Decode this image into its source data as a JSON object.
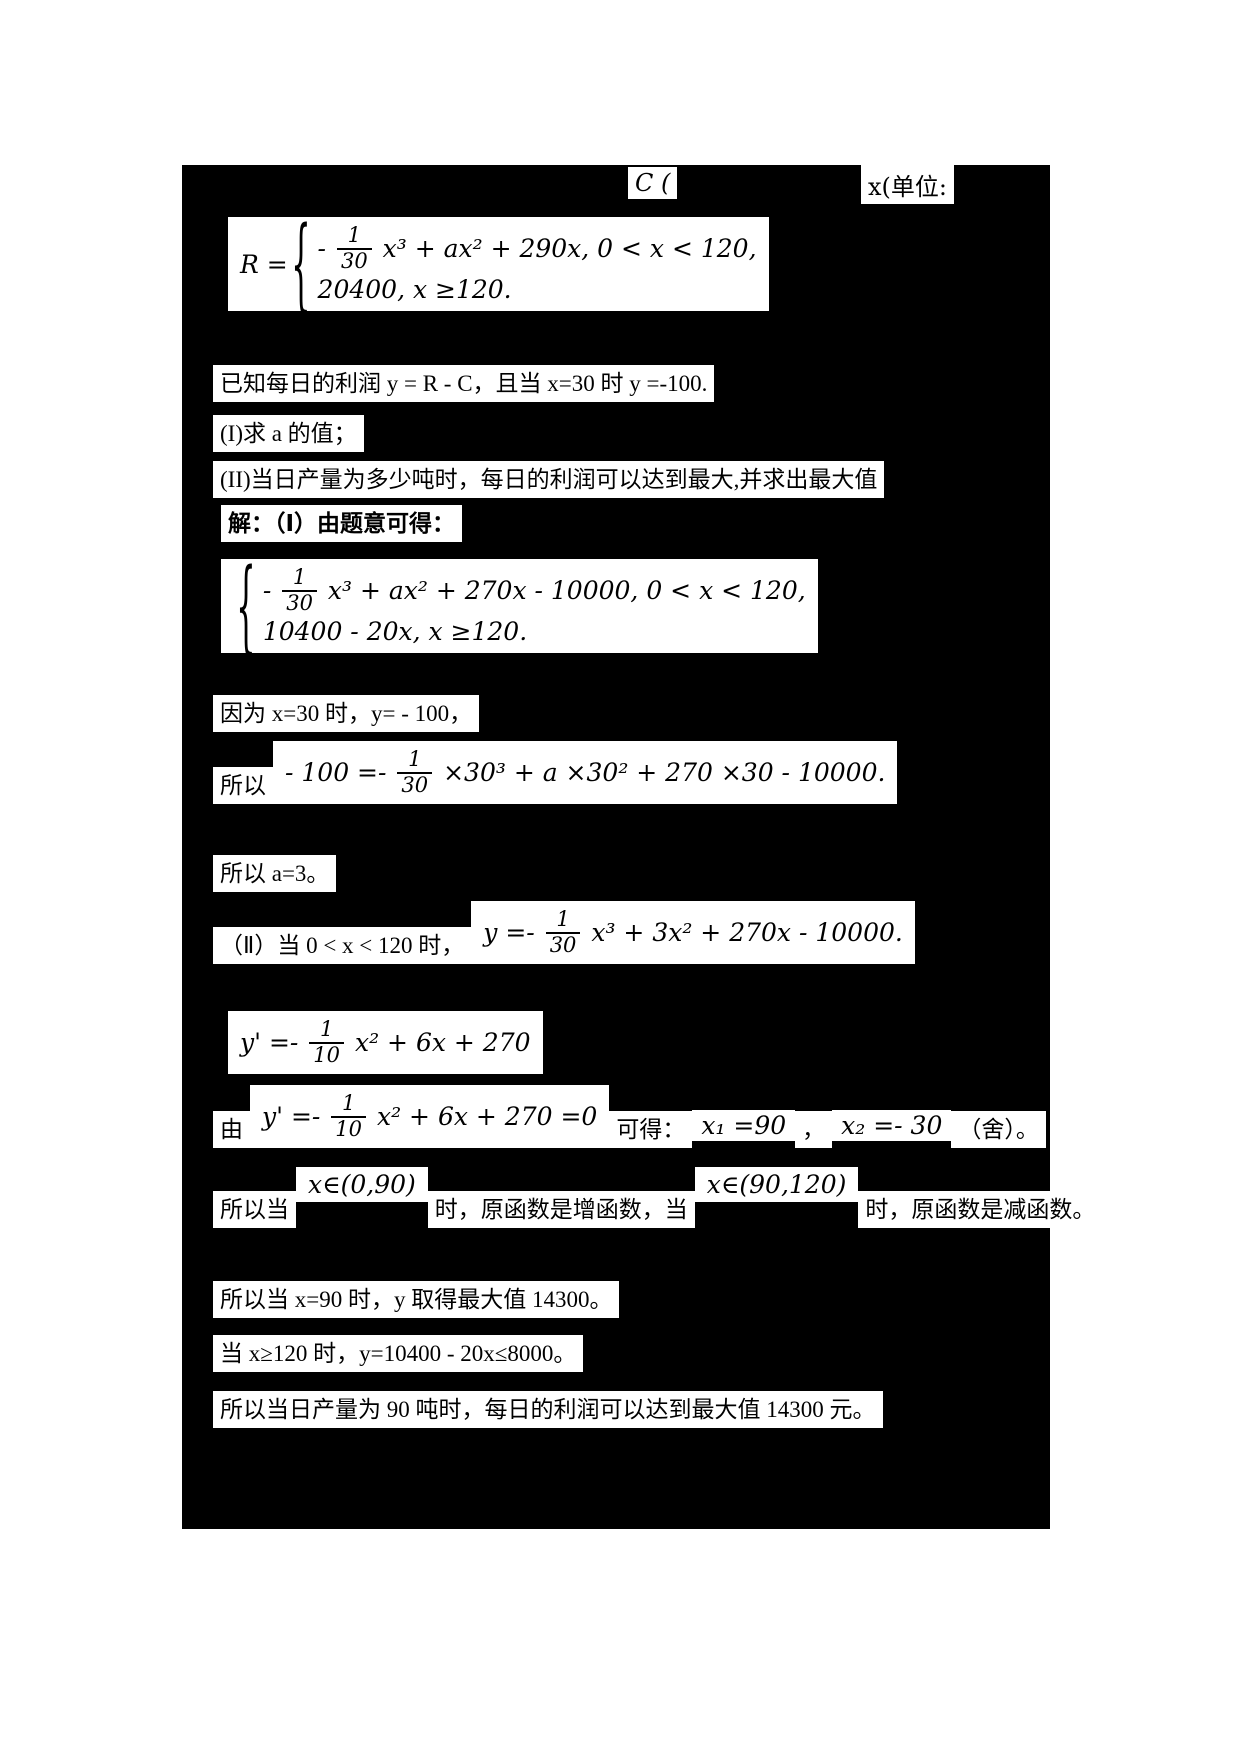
{
  "document": {
    "fragments": {
      "cost": "C (",
      "unit": "x(单位:"
    },
    "lines": {
      "given_profit": "已知每日的利润 y = R - C，且当 x=30 时 y =-100.",
      "part1": "(I)求 a 的值；",
      "part2": "(II)当日产量为多少吨时，每日的利润可以达到最大,并求出最大值",
      "solution_intro": "解：（Ⅰ）由题意可得：",
      "because": "因为 x=30 时，y= - 100，",
      "so": "所以",
      "a_value": "所以 a=3。",
      "case1_intro": "（Ⅱ）当 0 < x < 120 时，",
      "from": "由",
      "kede": "可得：",
      "comma": "，",
      "discard": "（舍）。",
      "so_when": "所以当",
      "increasing": "时，原函数是增函数，当",
      "decreasing": "时，原函数是减函数。",
      "max_line": "所以当 x=90 时，y 取得最大值 14300。",
      "tail_case": "当 x≥120 时，y=10400 - 20x≤8000。",
      "conclusion": "所以当日产量为 90 吨时，每日的利润可以达到最大值 14300 元。"
    },
    "formulas": {
      "revenue": {
        "lhs": "R =",
        "brace": "{",
        "line1_pre": "- ",
        "line1_num": "1",
        "line1_den": "30",
        "line1_post": " x³ + ax² + 290x, 0 < x < 120,",
        "line2": "20400, x ≥120."
      },
      "profit": {
        "brace": "{",
        "line1_pre": "- ",
        "line1_num": "1",
        "line1_den": "30",
        "line1_post": " x³ + ax² + 270x - 10000, 0 < x < 120,",
        "line2": "10400 - 20x, x ≥120."
      },
      "substitute": {
        "pre": "- 100 =- ",
        "num": "1",
        "den": "30",
        "post": " ×30³ + a ×30² + 270 ×30 - 10000."
      },
      "profit_expanded": {
        "pre": "y =- ",
        "num": "1",
        "den": "30",
        "post": " x³ + 3x² + 270x - 10000."
      },
      "derivative": {
        "pre": "y' =- ",
        "num": "1",
        "den": "10",
        "post": " x² + 6x + 270"
      },
      "derivative_zero": {
        "pre": "y' =- ",
        "num": "1",
        "den": "10",
        "post": " x² + 6x + 270 =0"
      },
      "root1": "x₁ =90",
      "root2": "x₂ =- 30",
      "interval_increasing": "x∈(0,90)",
      "interval_decreasing": "x∈(90,120)"
    }
  }
}
